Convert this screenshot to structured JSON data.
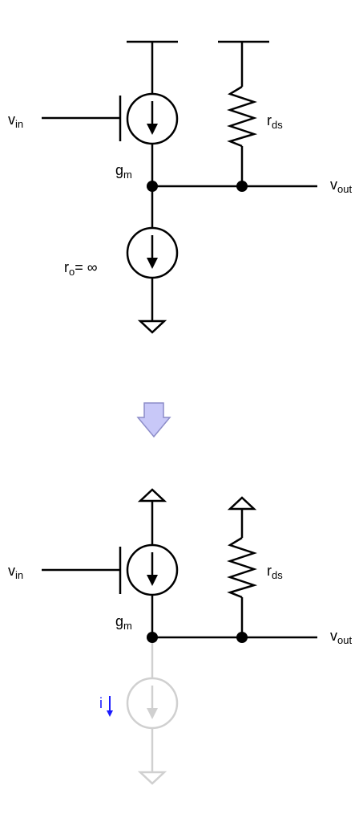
{
  "colors": {
    "wire": "#000000",
    "faded": "#d0d0d0",
    "arrow_fill": "#c8c8f8",
    "arrow_stroke": "#8c8cc8",
    "current_arrow": "#1a1aff"
  },
  "top_circuit": {
    "vin": {
      "main": "v",
      "sub": "in"
    },
    "gm": {
      "main": "g",
      "sub": "m"
    },
    "rds": {
      "main": "r",
      "sub": "ds"
    },
    "vout": {
      "main": "v",
      "sub": "out"
    },
    "ro": {
      "main": "r",
      "sub": "o",
      "rest": "= ∞"
    }
  },
  "transform_arrow": {
    "icon": "down-arrow-icon"
  },
  "bottom_circuit": {
    "vin": {
      "main": "v",
      "sub": "in"
    },
    "gm": {
      "main": "g",
      "sub": "m"
    },
    "rds": {
      "main": "r",
      "sub": "ds"
    },
    "vout": {
      "main": "v",
      "sub": "out"
    },
    "current": {
      "label": "i"
    }
  }
}
